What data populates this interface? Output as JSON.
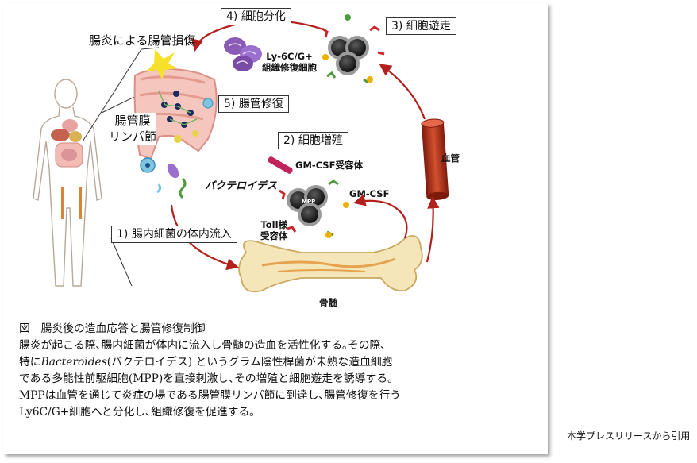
{
  "labels": {
    "intestinal_damage": "腸炎による腸管損傷",
    "lymph_node_line1": "腸管膜",
    "lymph_node_line2": "リンパ節",
    "step1": "1) 腸内細菌の体内流入",
    "step2": "2) 細胞増殖",
    "step3": "3) 細胞遊走",
    "step4": "4) 細胞分化",
    "step5": "5) 腸管修復",
    "ly6c_line1": "Ly-6C/G+",
    "ly6c_line2": "組織修復細胞",
    "gmcsf_receptor": "GM-CSF受容体",
    "gmcsf": "GM-CSF",
    "bacteroides": "バクテロイデス",
    "toll_line1": "Toll様",
    "toll_line2": "受容体",
    "blood_vessel": "血管",
    "bone_marrow": "骨髄",
    "mpp": "MPP"
  },
  "caption": {
    "title": "図　腸炎後の造血応答と腸管修復制御",
    "line1": "腸炎が起こる際､腸内細菌が体内に流入し骨髄の造血を活性化する｡その際､",
    "line2_prefix": "特に",
    "line2_italic": "Bacteroides",
    "line2_suffix": "(バクテロイデス) というグラム陰性桿菌が未熟な造血細胞",
    "line3": "である多能性前駆細胞(MPP)を直接刺激し､その増殖と細胞遊走を誘導する｡",
    "line4": "MPPは血管を通じて炎症の場である腸管膜リンパ節に到達し､腸管修復を行う",
    "line5": "Ly6C/G+細胞へと分化し､組織修復を促進する｡"
  },
  "source": "本学プレスリリースから引用",
  "colors": {
    "arrow": "#b3201c",
    "vessel": "#b32d17",
    "bone": "#f4e6b8",
    "bone_stroke": "#c9a963",
    "cell_dark": "#1c1c1c",
    "cell_ring": "#9a9a9a",
    "receptor_red": "#c8282a",
    "receptor_green": "#4d9b3b",
    "receptor_yellow": "#f0b000",
    "purple_cell": "#8a5cb5",
    "intestine": "#f2b8b0"
  }
}
